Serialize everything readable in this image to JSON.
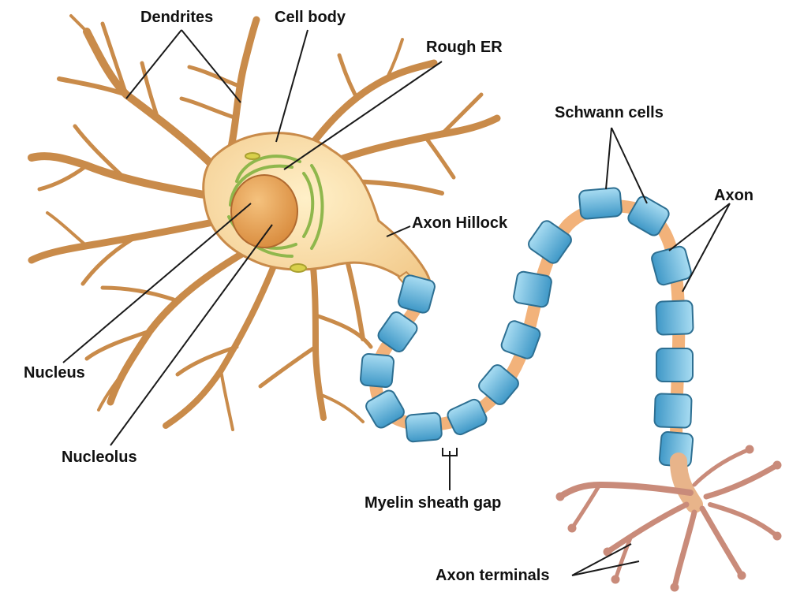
{
  "labels": {
    "dendrites": "Dendrites",
    "cell_body": "Cell body",
    "rough_er": "Rough ER",
    "schwann_cells": "Schwann cells",
    "axon": "Axon",
    "axon_hillock": "Axon Hillock",
    "nucleus": "Nucleus",
    "nucleolus": "Nucleolus",
    "myelin_gap": "Myelin sheath gap",
    "axon_terminals": "Axon terminals"
  },
  "colors": {
    "cell_fill": "#f7d9a0",
    "cell_stroke": "#b97a3a",
    "nucleus_fill": "#e8a654",
    "er_green": "#8fb74c",
    "myelin_fill": "#5fb3d9",
    "myelin_stroke": "#2d6f92",
    "axon_fill": "#f2b27a",
    "terminal_stroke": "#b06a55",
    "leader_line": "#1a1a1a"
  }
}
